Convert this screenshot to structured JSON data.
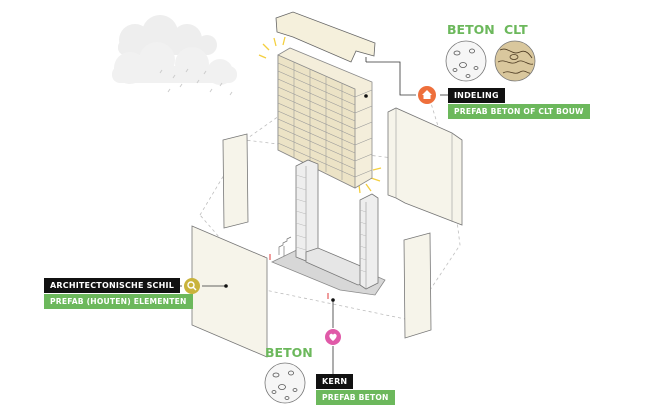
{
  "materials": {
    "beton_top": "BETON",
    "clt_top": "CLT",
    "beton_bottom": "BETON"
  },
  "labels": {
    "indeling": {
      "title": "INDELING",
      "subtitle": "PREFAB BETON OF CLT BOUW"
    },
    "schil": {
      "title": "ARCHITECTONISCHE SCHIL",
      "subtitle": "PREFAB (HOUTEN) ELEMENTEN"
    },
    "kern": {
      "title": "KERN",
      "subtitle": "PREFAB BETON"
    }
  },
  "icons": {
    "indeling": "house-icon",
    "schil": "magnifier-icon",
    "kern": "heart-icon"
  },
  "colors": {
    "green": "#6cb85c",
    "orange": "#ee6f3b",
    "olive": "#c9b33c",
    "pink": "#e05aa8",
    "dark_label": "#111111",
    "panel_fill": "#f6f4ea",
    "sparkle": "#f4cf3f"
  }
}
